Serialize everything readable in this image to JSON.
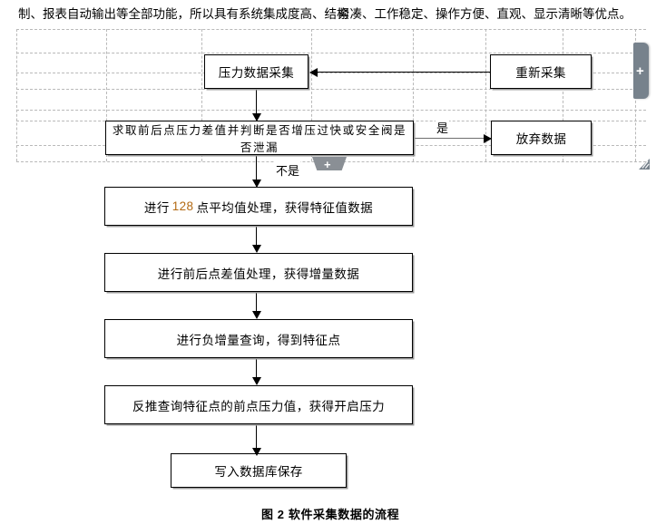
{
  "document": {
    "paragraph": {
      "left_segment": "制、报表自动输出等全部功能，所以具有系统集成度高、结构",
      "right_segment": "紧凑、工作稳定、操作方便、直观、显示清晰等优点。"
    },
    "caption": "图 2 软件采集数据的流程"
  },
  "flowchart": {
    "nodes": [
      {
        "id": "acquire",
        "label": "压力数据采集"
      },
      {
        "id": "reacquire",
        "label": "重新采集"
      },
      {
        "id": "judge",
        "label": "求取前后点压力差值并判断是否增压过快或安全阀是否泄漏"
      },
      {
        "id": "discard",
        "label": "放弃数据"
      },
      {
        "id": "average",
        "label_pre": "进行",
        "label_num": "128",
        "label_post": "点平均值处理，获得特征值数据"
      },
      {
        "id": "difference",
        "label": "进行前后点差值处理，获得增量数据"
      },
      {
        "id": "negative_query",
        "label": "进行负增量查询，得到特征点"
      },
      {
        "id": "backtrack",
        "label": "反推查询特征点的前点压力值，获得开启压力"
      },
      {
        "id": "write_db",
        "label": "写入数据库保存"
      }
    ],
    "branch_labels": {
      "yes": "是",
      "no": "不是"
    }
  },
  "editor_controls": {
    "insert_column_label": "+",
    "insert_row_label": "+",
    "resize_handle_name": "table-resize-handle"
  },
  "colors": {
    "grid_dashed": "#b9b9b9",
    "box_border": "#000000",
    "number_highlight": "#b36a14",
    "control_tab": "#77828c"
  }
}
